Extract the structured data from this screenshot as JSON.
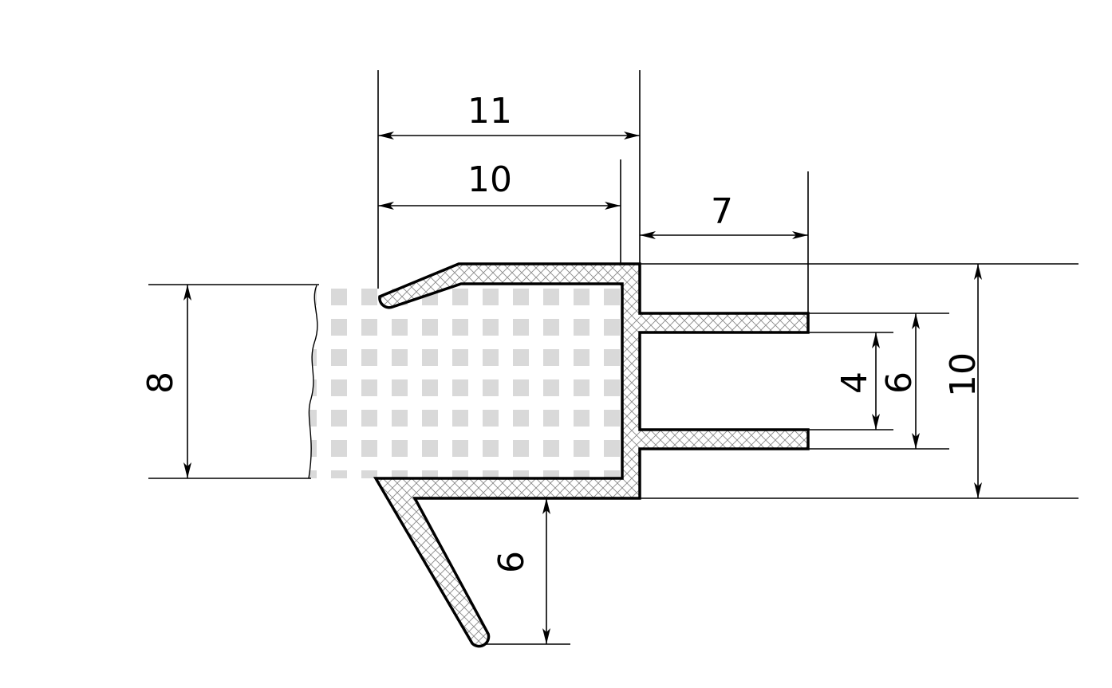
{
  "dimensions": {
    "top_total": "11",
    "top_inner": "10",
    "fin_length": "7",
    "glass_thickness": "8",
    "lip_height": "6",
    "gap_inner": "4",
    "gap_outer": "6",
    "profile_height": "10"
  },
  "colors": {
    "line": "#000000",
    "glass_pattern": "#d9d9d9",
    "hatch": "#888888",
    "background": "#ffffff"
  }
}
